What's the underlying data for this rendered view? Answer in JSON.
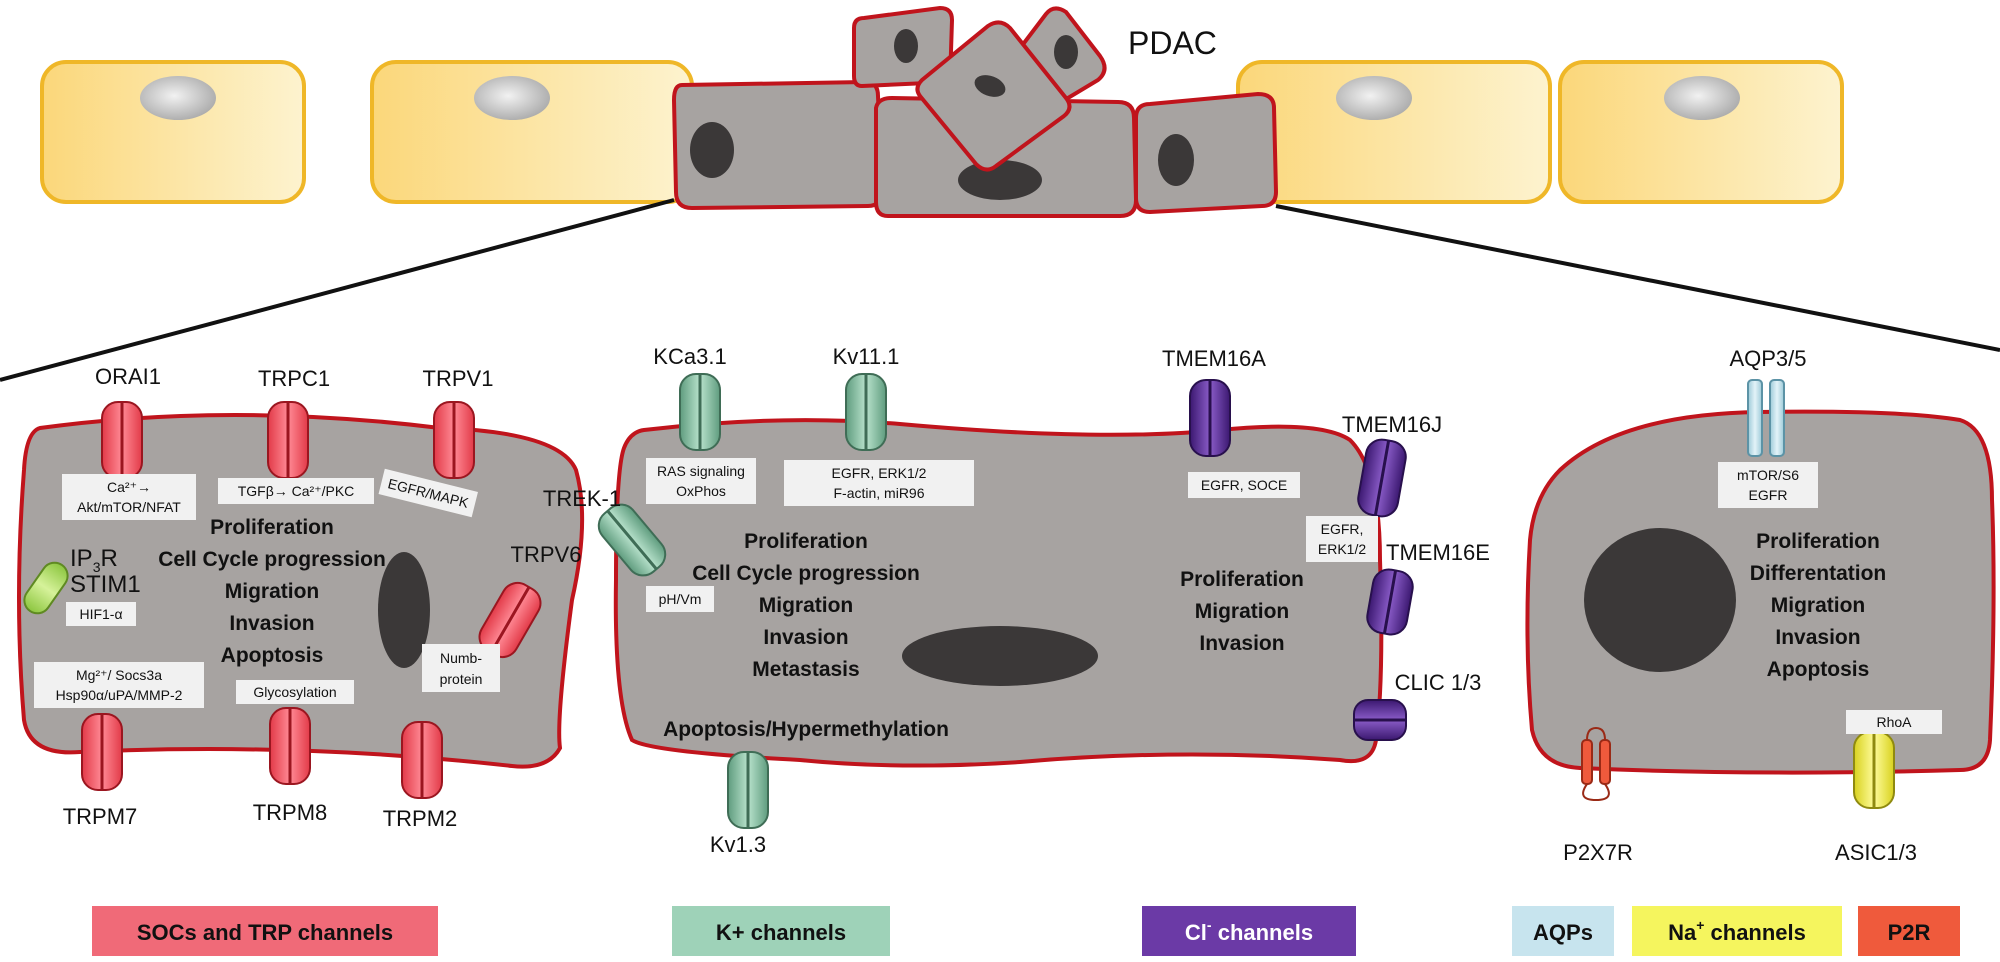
{
  "tumor_label": "PDAC",
  "panel1": {
    "channels": [
      "ORAI1",
      "TRPC1",
      "TRPV1",
      "TRPV6",
      "TRPM7",
      "TRPM8",
      "TRPM2"
    ],
    "internal_labels": [
      "IP",
      "3",
      "R",
      "STIM1"
    ],
    "boxes": {
      "orai1_line1": "Ca²⁺→",
      "orai1_line2": "Akt/mTOR/NFAT",
      "trpc1": "TGFβ→ Ca²⁺/PKC",
      "trpv1": "EGFR/MAPK",
      "hif": "HIF1-α",
      "trpm7_line1": "Mg²⁺/ Socs3a",
      "trpm7_line2": "Hsp90α/uPA/MMP-2",
      "trpm8": "Glycosylation",
      "trpv6_line1": "Numb-",
      "trpv6_line2": "protein"
    },
    "effects": [
      "Proliferation",
      "Cell Cycle progression",
      "Migration",
      "Invasion",
      "Apoptosis"
    ]
  },
  "panel2": {
    "channels": [
      "KCa3.1",
      "Kv11.1",
      "TREK-1",
      "Kv1.3",
      "TMEM16A",
      "TMEM16J",
      "TMEM16E",
      "CLIC 1/3"
    ],
    "boxes": {
      "kca_line1": "RAS signaling",
      "kca_line2": "OxPhos",
      "kv11_line1": "EGFR, ERK1/2",
      "kv11_line2": "F-actin, miR96",
      "trek": "pH/Vm",
      "tmem16a": "EGFR, SOCE",
      "tmem16j_line1": "EGFR,",
      "tmem16j_line2": "ERK1/2"
    },
    "k_effects": [
      "Proliferation",
      "Cell Cycle progression",
      "Migration",
      "Invasion",
      "Metastasis"
    ],
    "cl_effects": [
      "Proliferation",
      "Migration",
      "Invasion"
    ],
    "bottom_effect": "Apoptosis/Hypermethylation"
  },
  "panel3": {
    "channels": [
      "AQP3/5",
      "P2X7R",
      "ASIC1/3"
    ],
    "boxes": {
      "aqp_line1": "mTOR/S6",
      "aqp_line2": "EGFR",
      "rhoa": "RhoA"
    },
    "effects": [
      "Proliferation",
      "Differentation",
      "Migration",
      "Invasion",
      "Apoptosis"
    ]
  },
  "legend": {
    "soc": "SOCs and TRP channels",
    "k": "K+ channels",
    "cl_main": "Cl",
    "cl_sup": "-",
    "cl_rest": " channels",
    "aqp": "AQPs",
    "na_main": "Na",
    "na_sup": "+",
    "na_rest": " channels",
    "p2r": "P2R"
  },
  "colors": {
    "soc": "#f06a78",
    "k": "#9ed2b8",
    "cl": "#6b3aa6",
    "aqp": "#c7e4ee",
    "na": "#f5f55e",
    "p2r": "#ef5a3c",
    "cell_fill": "#a7a3a1",
    "cell_border": "#c0141c",
    "normal_cell": "#f9d986"
  }
}
